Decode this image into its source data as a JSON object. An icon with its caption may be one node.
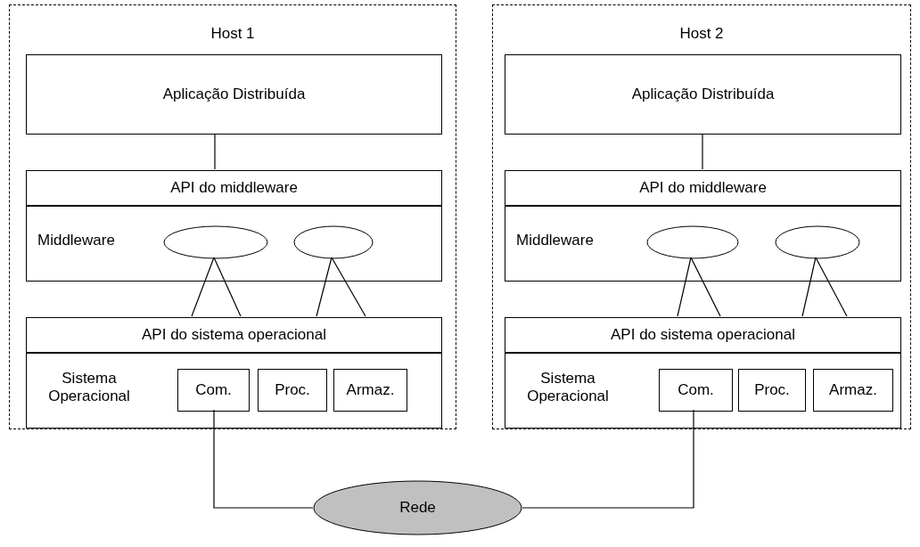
{
  "diagram": {
    "nodes": [
      {
        "text": [
          "Host 1"
        ]
      },
      {
        "text": [
          "Aplicação Distribuída"
        ],
        "in": 0
      },
      {
        "text": [
          "API do middleware"
        ],
        "in": 0
      },
      {
        "text": [
          "Middleware"
        ],
        "in": 0
      },
      {
        "text": [],
        "shape": "ellipse",
        "in": 3
      },
      {
        "text": [],
        "shape": "ellipse",
        "in": 3
      },
      {
        "text": [
          "API do sistema operacional"
        ],
        "in": 0
      },
      {
        "text": [
          "Sistema Operacional"
        ],
        "in": 0
      },
      {
        "text": [
          "Com."
        ],
        "in": 7
      },
      {
        "text": [
          "Proc."
        ],
        "in": 7
      },
      {
        "text": [
          "Armaz."
        ],
        "in": 7
      },
      {
        "text": [
          "Host 2"
        ]
      },
      {
        "text": [
          "Aplicação Distribuída"
        ],
        "in": 11
      },
      {
        "text": [
          "API do middleware"
        ],
        "in": 11
      },
      {
        "text": [
          "Middleware"
        ],
        "in": 11
      },
      {
        "text": [],
        "shape": "ellipse",
        "in": 14
      },
      {
        "text": [],
        "shape": "ellipse",
        "in": 14
      },
      {
        "text": [
          "API do sistema operacional"
        ],
        "in": 11
      },
      {
        "text": [
          "Sistema Operacional"
        ],
        "in": 11
      },
      {
        "text": [
          "Com."
        ],
        "in": 18
      },
      {
        "text": [
          "Proc."
        ],
        "in": 18
      },
      {
        "text": [
          "Armaz."
        ],
        "in": 18
      },
      {
        "text": [
          "Rede"
        ]
      }
    ],
    "edges": [
      {
        "from": 1,
        "to": 2,
        "arrow": "none"
      },
      {
        "from": 4,
        "to": 6,
        "arrow": "none"
      },
      {
        "from": 4,
        "to": 6,
        "arrow": "none"
      },
      {
        "from": 5,
        "to": 6,
        "arrow": "none"
      },
      {
        "from": 5,
        "to": 6,
        "arrow": "none"
      },
      {
        "from": 12,
        "to": 13,
        "arrow": "none"
      },
      {
        "from": 15,
        "to": 17,
        "arrow": "none"
      },
      {
        "from": 15,
        "to": 17,
        "arrow": "none"
      },
      {
        "from": 16,
        "to": 17,
        "arrow": "none"
      },
      {
        "from": 16,
        "to": 17,
        "arrow": "none"
      },
      {
        "from": 8,
        "to": 22,
        "arrow": "none"
      },
      {
        "from": 19,
        "to": 22,
        "arrow": "none"
      }
    ]
  }
}
